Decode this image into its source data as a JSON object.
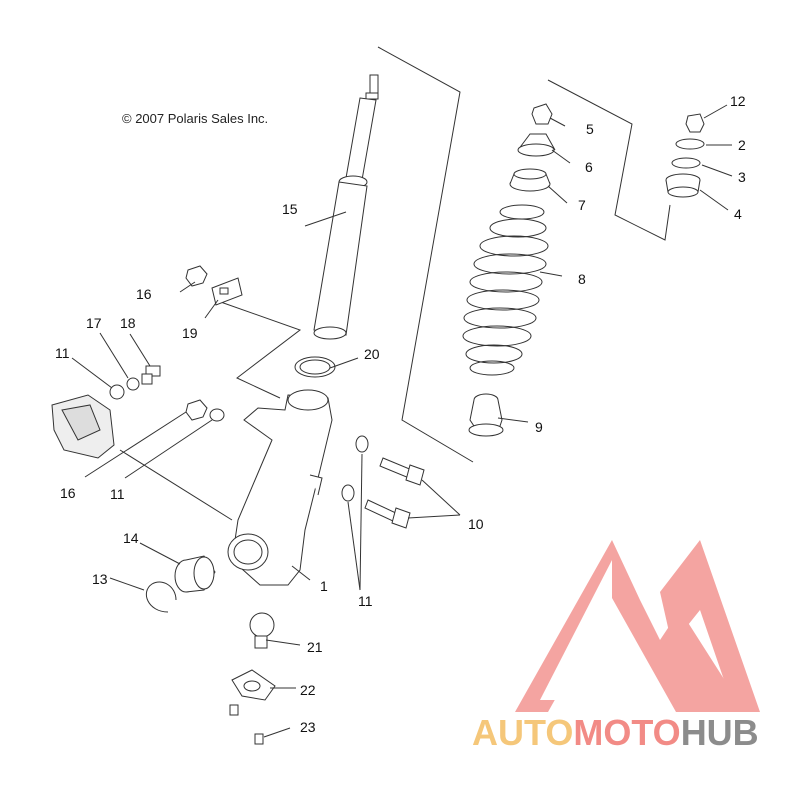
{
  "copyright": "© 2007 Polaris Sales Inc.",
  "callouts": {
    "c1": "1",
    "c2": "2",
    "c3": "3",
    "c4": "4",
    "c5": "5",
    "c6": "6",
    "c7": "7",
    "c8": "8",
    "c9": "9",
    "c10": "10",
    "c11a": "11",
    "c11b": "11",
    "c11c": "11",
    "c12": "12",
    "c13": "13",
    "c14": "14",
    "c15": "15",
    "c16a": "16",
    "c16b": "16",
    "c17": "17",
    "c18": "18",
    "c19": "19",
    "c20": "20",
    "c21": "21",
    "c22": "22",
    "c23": "23"
  },
  "watermark": {
    "part1": "AUTO",
    "part2": "MOTO",
    "part3": "HUB",
    "colors": {
      "auto": "#f5c77a",
      "moto": "#f28b86",
      "hub": "#8c8c8c",
      "triangle": "#f28b86"
    }
  }
}
